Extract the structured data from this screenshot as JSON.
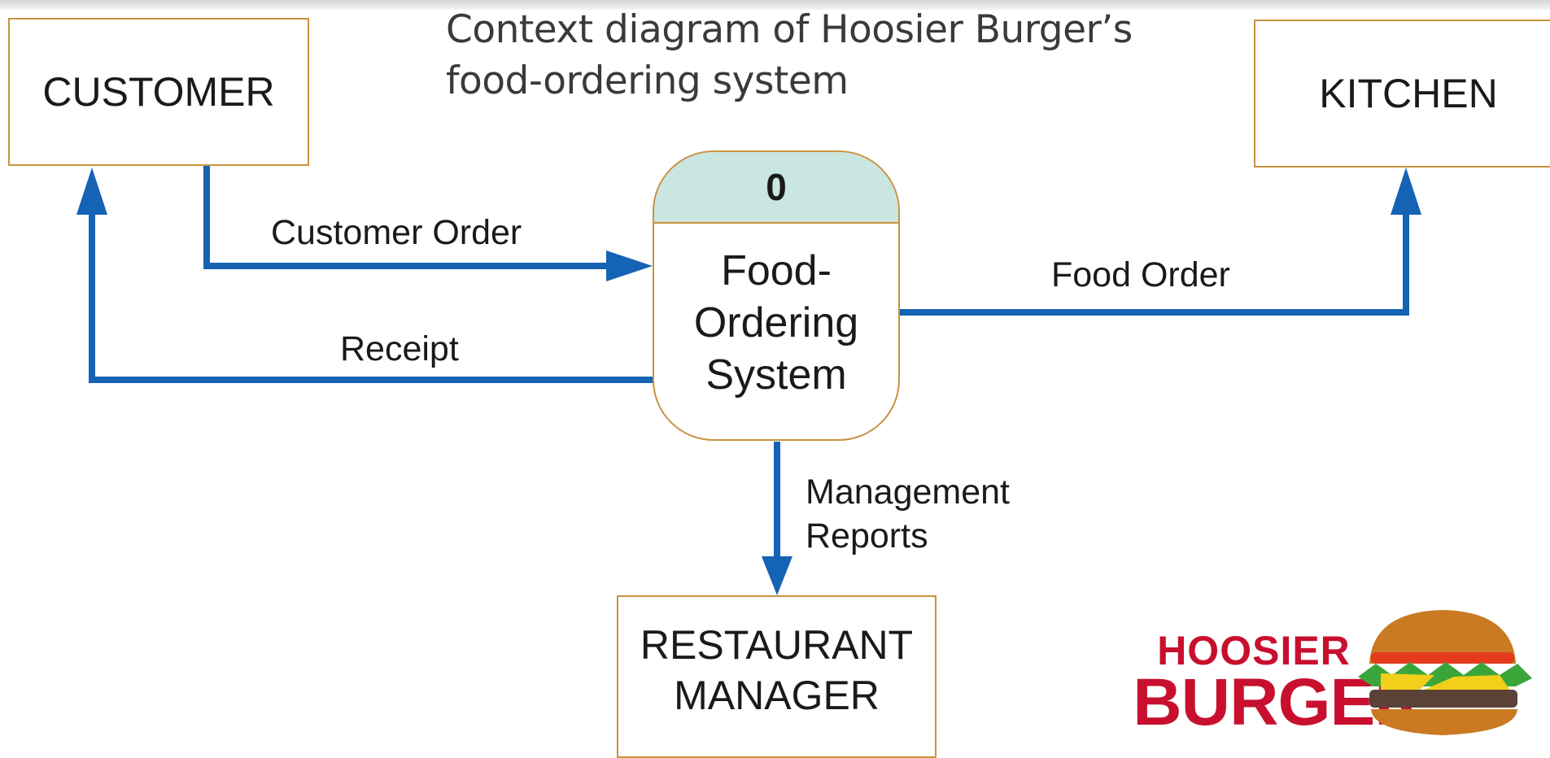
{
  "title": {
    "line1": "Context diagram of Hoosier Burger’s",
    "line2": "food-ordering system"
  },
  "entities": {
    "customer": "CUSTOMER",
    "kitchen": "KITCHEN",
    "manager_line1": "RESTAURANT",
    "manager_line2": "MANAGER"
  },
  "process": {
    "id": "0",
    "name_line1": "Food-",
    "name_line2": "Ordering",
    "name_line3": "System"
  },
  "flows": {
    "customer_order": "Customer Order",
    "receipt": "Receipt",
    "food_order": "Food Order",
    "management_reports_line1": "Management",
    "management_reports_line2": "Reports"
  },
  "logo": {
    "line1": "HOOSIER",
    "line2": "BURGER"
  },
  "colors": {
    "flow_arrow": "#1563b5",
    "box_border": "#c9923f",
    "process_header": "#c9e6e0",
    "logo_red": "#c8102e"
  }
}
